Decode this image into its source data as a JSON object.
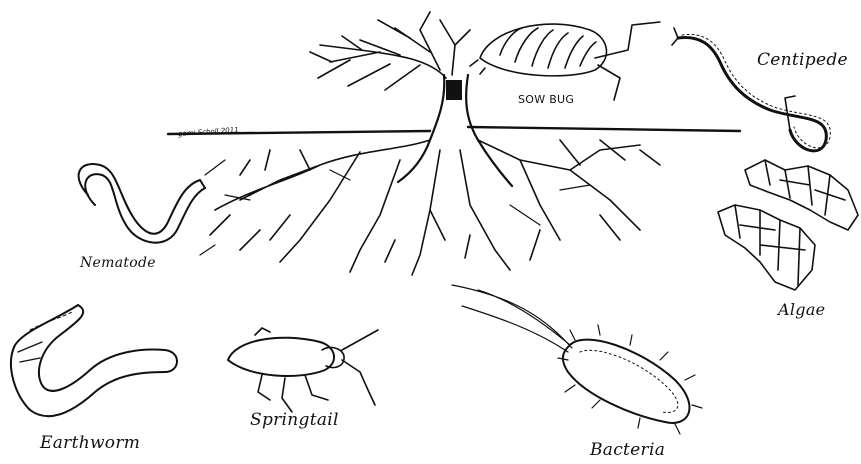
{
  "labels": {
    "sow_bug": "SOW BUG",
    "centipede": "Centipede",
    "nematode": "Nematode",
    "algae": "Algae",
    "earthworm": "Earthworm",
    "springtail": "Springtail",
    "bacteria": "Bacteria"
  },
  "signature": "gami Scholl 2011",
  "colors": {
    "ink": "#111111",
    "background": "#ffffff"
  }
}
